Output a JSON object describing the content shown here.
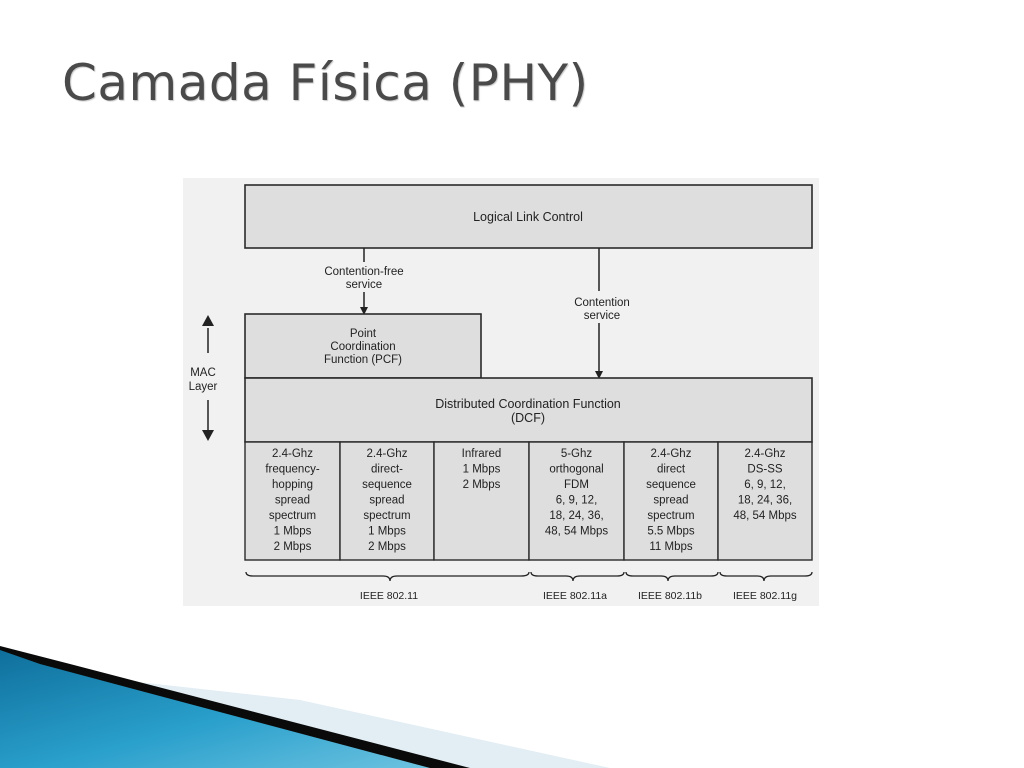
{
  "slide": {
    "title": "Camada Física (PHY)"
  },
  "diagram": {
    "llc": "Logical Link Control",
    "contention_free": [
      "Contention-free",
      "service"
    ],
    "contention": [
      "Contention",
      "service"
    ],
    "pcf": [
      "Point",
      "Coordination",
      "Function (PCF)"
    ],
    "mac_layer": [
      "MAC",
      "Layer"
    ],
    "dcf": [
      "Distributed Coordination Function",
      "(DCF)"
    ],
    "phy_cells": [
      [
        "2.4-Ghz",
        "frequency-",
        "hopping",
        "spread",
        "spectrum",
        "1 Mbps",
        "2 Mbps"
      ],
      [
        "2.4-Ghz",
        "direct-",
        "sequence",
        "spread",
        "spectrum",
        "1 Mbps",
        "2 Mbps"
      ],
      [
        "Infrared",
        "1 Mbps",
        "2 Mbps"
      ],
      [
        "5-Ghz",
        "orthogonal",
        "FDM",
        "6, 9, 12,",
        "18, 24, 36,",
        "48, 54 Mbps"
      ],
      [
        "2.4-Ghz",
        "direct",
        "sequence",
        "spread",
        "spectrum",
        "5.5 Mbps",
        "11 Mbps"
      ],
      [
        "2.4-Ghz",
        "DS-SS",
        "6, 9, 12,",
        "18, 24, 36,",
        "48, 54 Mbps"
      ]
    ],
    "standards": [
      "IEEE 802.11",
      "IEEE 802.11a",
      "IEEE 802.11b",
      "IEEE 802.11g"
    ]
  },
  "colors": {
    "title": "#4a4a4a",
    "box_fill": "#dedede",
    "figure_bg": "#f1f1f1",
    "swoosh_blue": "#1a86b3",
    "swoosh_light": "#d6e8f1"
  }
}
